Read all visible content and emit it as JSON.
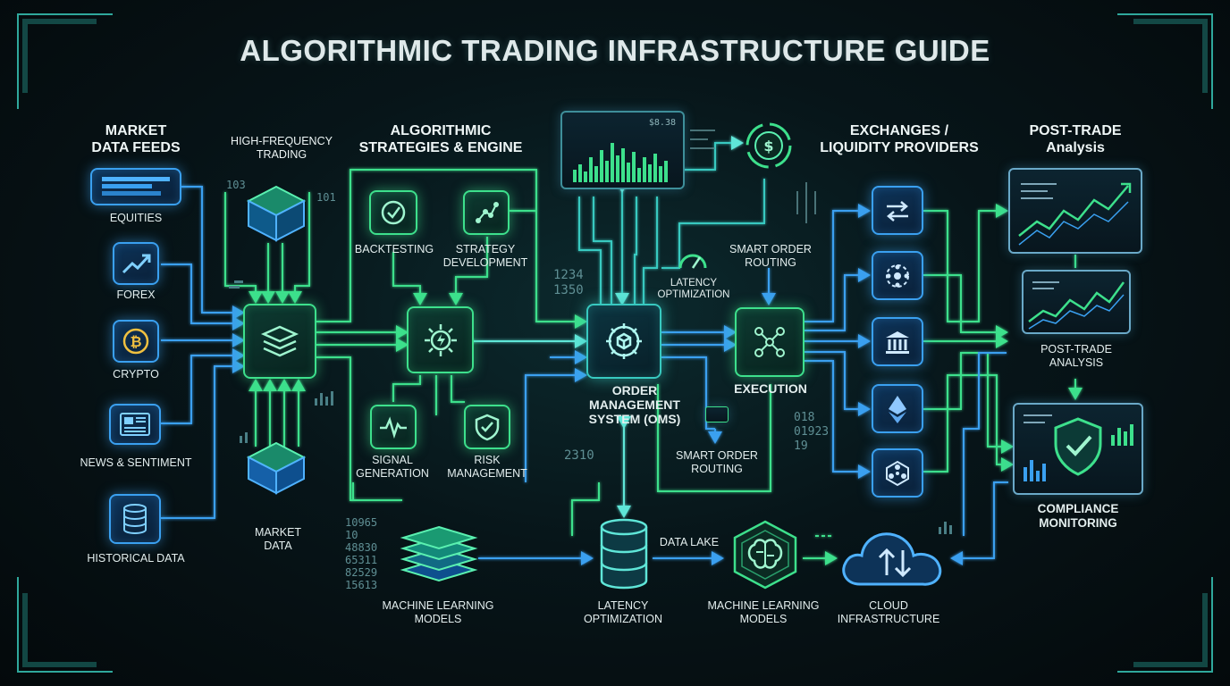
{
  "title": "ALGORITHMIC TRADING INFRASTRUCTURE GUIDE",
  "sections": {
    "market_data_feeds": "MARKET\nDATA FEEDS",
    "hft": "HIGH-FREQUENCY\nTRADING",
    "strategies": "ALGORITHMIC\nSTRATEGIES & ENGINE",
    "exchanges": "EXCHANGES /\nLIQUIDITY PROVIDERS",
    "post_trade": "POST-TRADE\nAnalysis"
  },
  "feeds": [
    {
      "label": "EQUITIES",
      "icon": "bar-list-icon"
    },
    {
      "label": "FOREX",
      "icon": "trend-up-icon"
    },
    {
      "label": "CRYPTO",
      "icon": "bitcoin-icon"
    },
    {
      "label": "NEWS & SENTIMENT",
      "icon": "newspaper-icon"
    },
    {
      "label": "HISTORICAL DATA",
      "icon": "database-icon"
    }
  ],
  "labels": {
    "market_data": "MARKET\nDATA",
    "backtesting": "BACKTESTING",
    "strategy_dev": "STRATEGY\nDEVELOPMENT",
    "signal_gen": "SIGNAL\nGENERATION",
    "risk_mgmt": "RISK\nMANAGEMENT",
    "oms": "ORDER\nMANAGEMENT\nSYSTEM (OMS)",
    "latency_top": "LATENCY\nOPTIMIZATION",
    "sor_top": "SMART ORDER\nROUTING",
    "sor_mid": "SMART ORDER\nROUTING",
    "execution": "EXECUTION",
    "ml_left": "MACHINE LEARNING\nMODELS",
    "latency_bottom": "LATENCY\nOPTIMIZATION",
    "data_lake": "DATA LAKE",
    "ml_right": "MACHINE LEARNING\nMODELS",
    "cloud": "CLOUD\nINFRASTRUCTURE",
    "post_trade_analysis": "POST-TRADE\nANALYSIS",
    "compliance": "COMPLIANCE\nMONITORING"
  },
  "monitor_readout": "$8.38",
  "deco_numbers": {
    "hft_left": "103",
    "hft_right": "101",
    "oms_left": "1234\n1350",
    "oms_bottom": "2310",
    "exec_right": "018\n01923\n19",
    "ml_left_stack": "10965\n10\n48830\n65311\n82529\n15613"
  },
  "colors": {
    "blue": "#3aa0f0",
    "green": "#3de08c",
    "teal": "#38c9c0"
  }
}
